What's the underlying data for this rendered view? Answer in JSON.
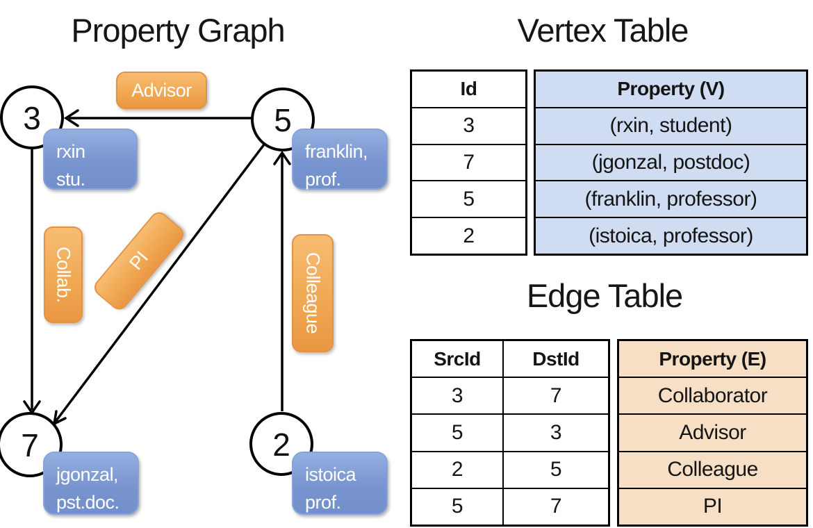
{
  "graph": {
    "title": "Property Graph",
    "nodes": {
      "n3": {
        "id": "3",
        "prop_line1": "rxin",
        "prop_line2": "stu."
      },
      "n5": {
        "id": "5",
        "prop_line1": "franklin,",
        "prop_line2": "prof."
      },
      "n7": {
        "id": "7",
        "prop_line1": "jgonzal,",
        "prop_line2": "pst.doc."
      },
      "n2": {
        "id": "2",
        "prop_line1": "istoica",
        "prop_line2": "prof."
      }
    },
    "edges": {
      "advisor": {
        "label": "Advisor"
      },
      "collab": {
        "label": "Collab."
      },
      "pi": {
        "label": "PI"
      },
      "colleague": {
        "label": "Colleague"
      }
    }
  },
  "vertex_table": {
    "title": "Vertex Table",
    "headers": {
      "id": "Id",
      "property": "Property (V)"
    },
    "rows": [
      {
        "id": "3",
        "property": "(rxin, student)"
      },
      {
        "id": "7",
        "property": "(jgonzal, postdoc)"
      },
      {
        "id": "5",
        "property": "(franklin, professor)"
      },
      {
        "id": "2",
        "property": "(istoica, professor)"
      }
    ]
  },
  "edge_table": {
    "title": "Edge Table",
    "headers": {
      "src": "SrcId",
      "dst": "DstId",
      "property": "Property (E)"
    },
    "rows": [
      {
        "src": "3",
        "dst": "7",
        "property": "Collaborator"
      },
      {
        "src": "5",
        "dst": "3",
        "property": "Advisor"
      },
      {
        "src": "2",
        "dst": "5",
        "property": "Colleague"
      },
      {
        "src": "5",
        "dst": "7",
        "property": "PI"
      }
    ]
  },
  "colors": {
    "vertex_fill": "#cfdcf2",
    "edge_fill": "#f6dfc5",
    "vertex_box": "#7e9cd4",
    "edge_box": "#efa450",
    "line": "#000000"
  }
}
